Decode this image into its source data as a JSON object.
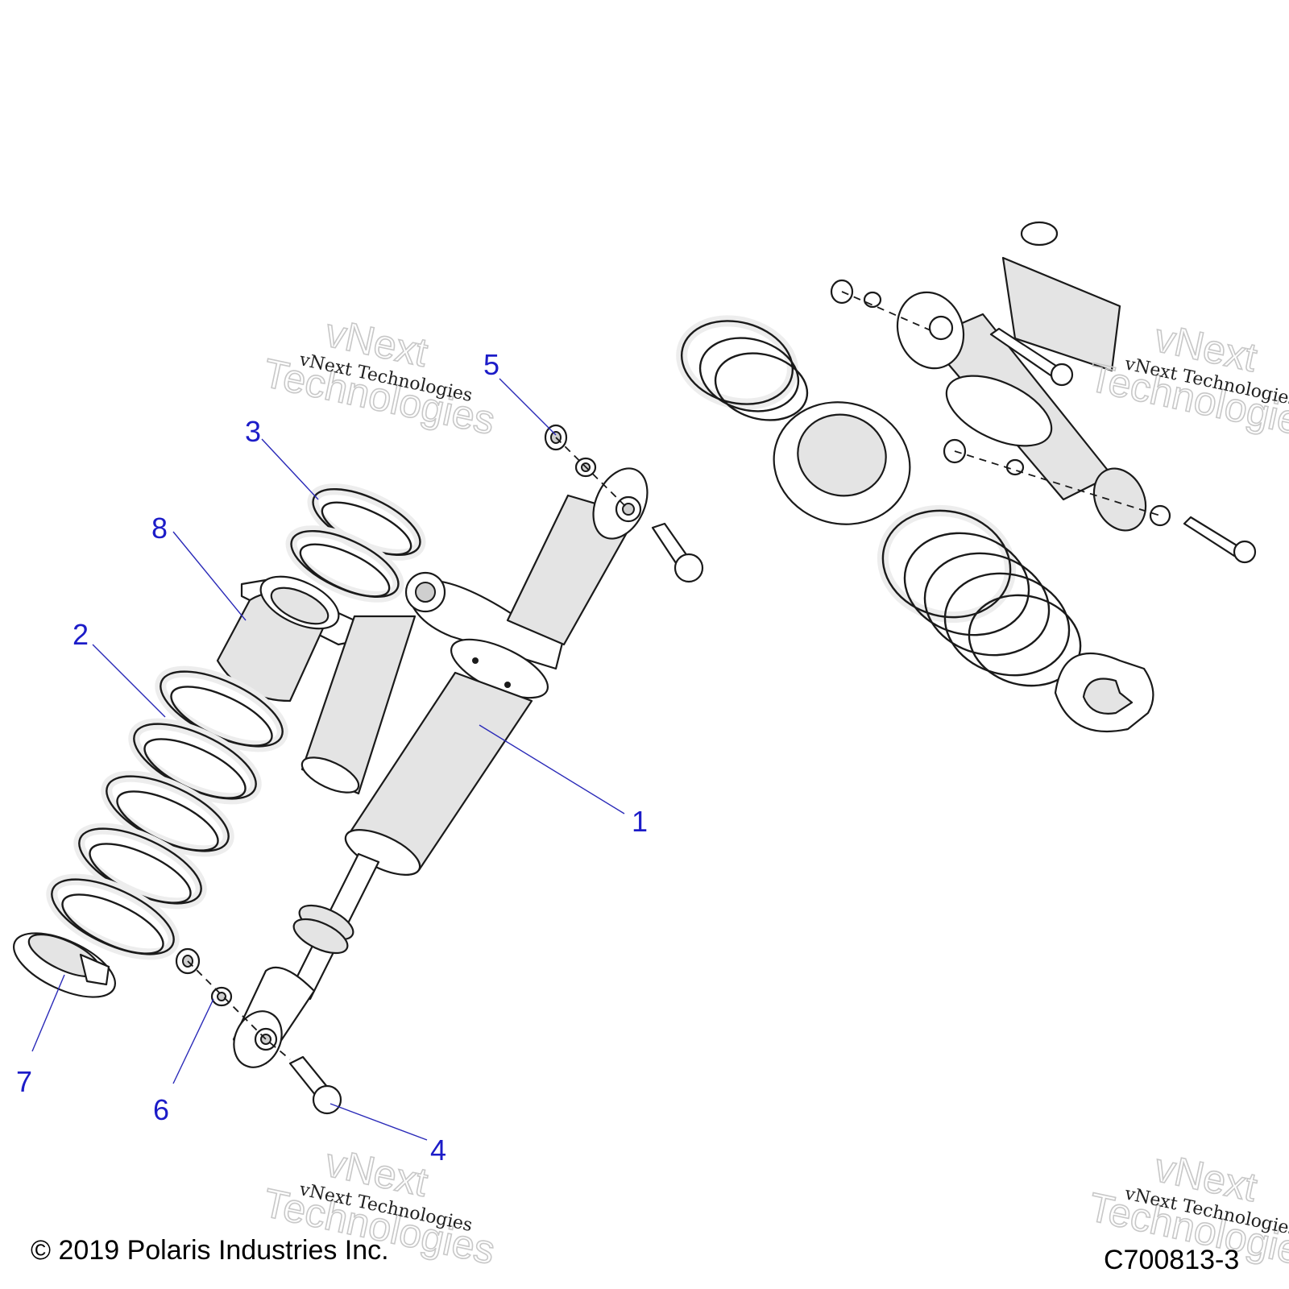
{
  "callouts": [
    {
      "id": "1",
      "label": "1"
    },
    {
      "id": "2",
      "label": "2"
    },
    {
      "id": "3",
      "label": "3"
    },
    {
      "id": "4",
      "label": "4"
    },
    {
      "id": "5",
      "label": "5"
    },
    {
      "id": "6",
      "label": "6"
    },
    {
      "id": "7",
      "label": "7"
    },
    {
      "id": "8",
      "label": "8"
    }
  ],
  "watermark": {
    "small": "vNext Technologies",
    "big_line1": "vNext",
    "big_line2": "Technologies"
  },
  "footer": {
    "copyright": "© 2019 Polaris Industries Inc.",
    "drawing_id": "C700813-3"
  }
}
